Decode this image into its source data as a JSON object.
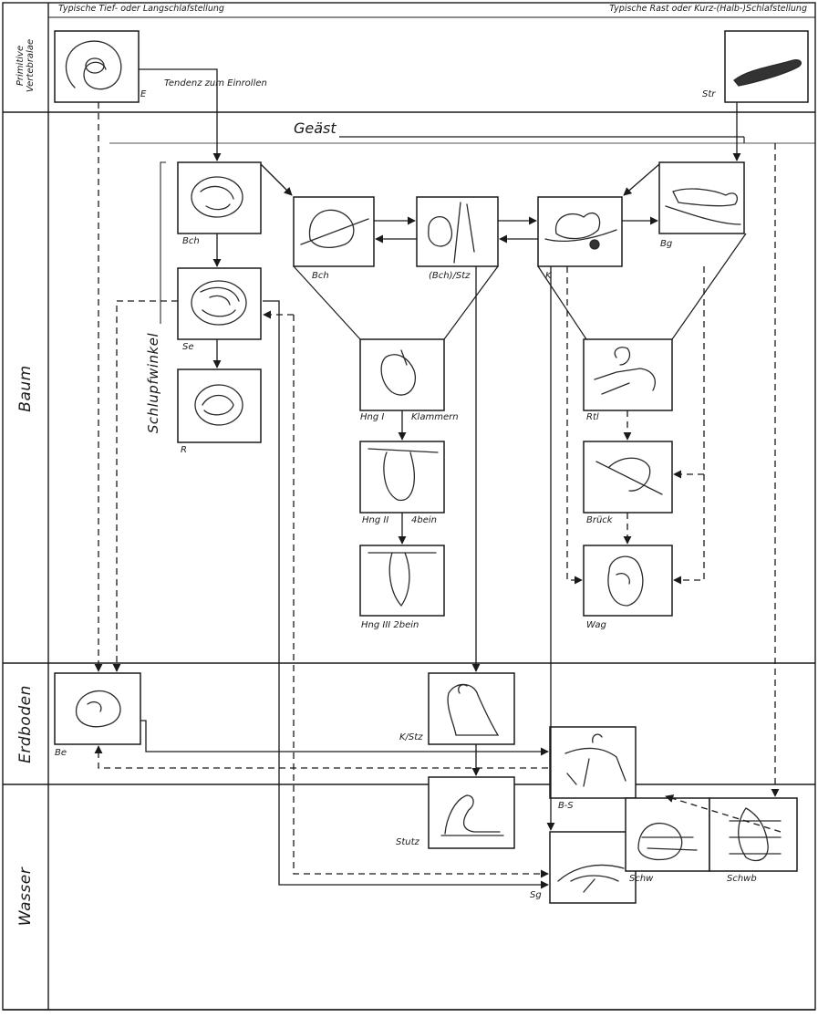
{
  "header": {
    "left": "Typische Tief- oder Langschlafstellung",
    "right": "Typische Rast oder Kurz-(Halb-)Schlafstellung"
  },
  "zones": {
    "primitive_line1": "Primitive",
    "primitive_line2": "Vertebralae",
    "baum": "Baum",
    "erdboden": "Erdboden",
    "wasser": "Wasser"
  },
  "annotations": {
    "tendenz": "Tendenz zum Einrollen",
    "geast": "Geäst",
    "schlupfwinkel": "Schlupfwinkel",
    "klammern": "Klammern",
    "vierbein": "4bein"
  },
  "nodes": {
    "E": "E",
    "Str": "Str",
    "Bch1": "Bch",
    "Bch2": "Bch",
    "BchStz": "(Bch)/Stz",
    "K": "K",
    "Bg": "Bg",
    "Se": "Se",
    "R": "R",
    "Hng1": "Hng I",
    "Hng2": "Hng II",
    "Hng3": "Hng III 2bein",
    "Rtl": "Rtl",
    "Bruck": "Brück",
    "Wag": "Wag",
    "Be": "Be",
    "KStz": "K/Stz",
    "BS": "B-S",
    "Stutz": "Stutz",
    "Sg": "Sg",
    "Schw": "Schw",
    "Schwb": "Schwb"
  }
}
